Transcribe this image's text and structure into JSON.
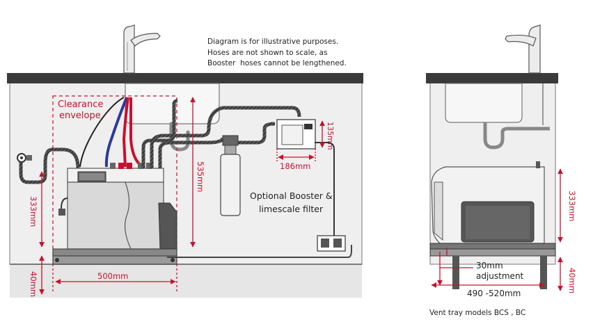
{
  "note": {
    "line1": "Diagram is for illustrative purposes.",
    "line2": "Hoses are not shown to scale, as",
    "line3": "Booster  hoses cannot be lengthened."
  },
  "labels": {
    "clearance_1": "Clearance",
    "clearance_2": "envelope",
    "booster_1": "Optional Booster &",
    "booster_2": "limescale filter",
    "vent_caption": "Vent tray models BCS , BC",
    "adjust_1": "30mm",
    "adjust_2": "adjustment"
  },
  "dimensions": {
    "d333_left": "333mm",
    "d40_left": "40mm",
    "d500": "500mm",
    "d535": "535mm",
    "d135": "135mm",
    "d186": "186mm",
    "d333_right": "333mm",
    "d40_right": "40mm",
    "d490": "490 -520mm"
  },
  "colors": {
    "dimension_red": "#c8102e",
    "worktop": "#3a3a3a",
    "cabinet_bg": "#eeeeee",
    "hose_red": "#c8102e",
    "hose_blue": "#2a3a9a"
  }
}
